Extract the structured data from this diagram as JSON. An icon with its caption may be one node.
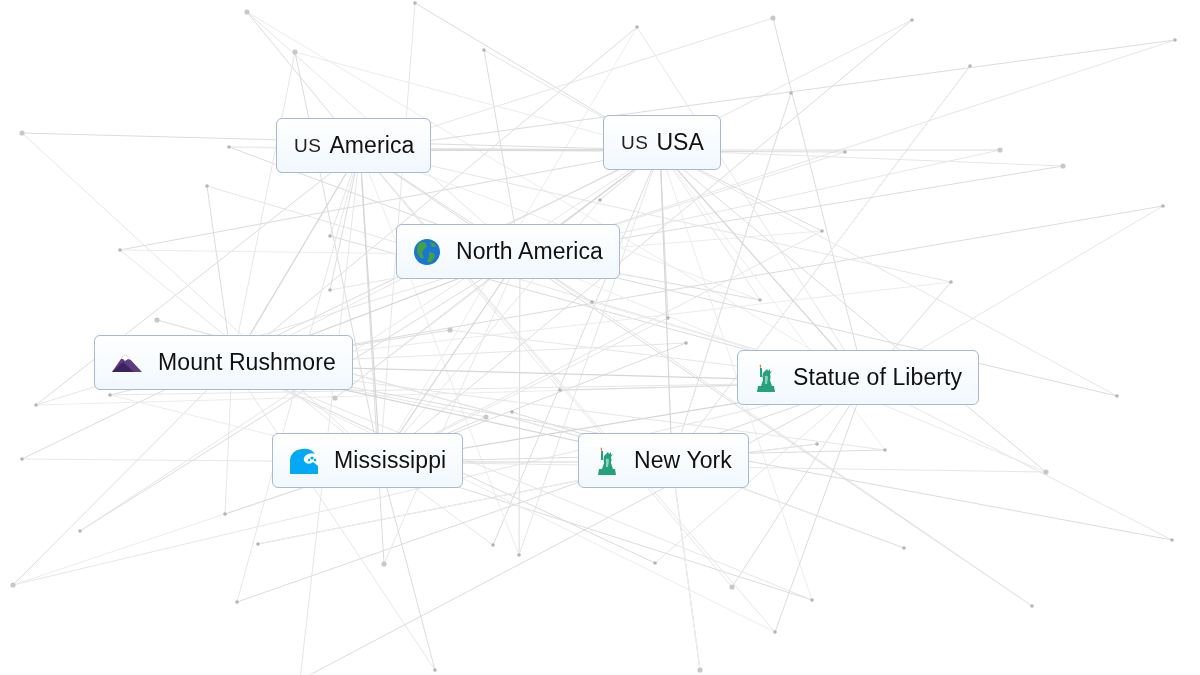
{
  "diagram": {
    "nodes": [
      {
        "text": [
          "US",
          "America"
        ]
      },
      {
        "text": [
          "US",
          "USA"
        ]
      },
      {
        "text": [
          "North America"
        ]
      },
      {
        "text": [
          "Mount Rushmore"
        ]
      },
      {
        "text": [
          "Statue of Liberty"
        ]
      },
      {
        "text": [
          "Mississippi"
        ]
      },
      {
        "text": [
          "New York"
        ]
      }
    ]
  }
}
